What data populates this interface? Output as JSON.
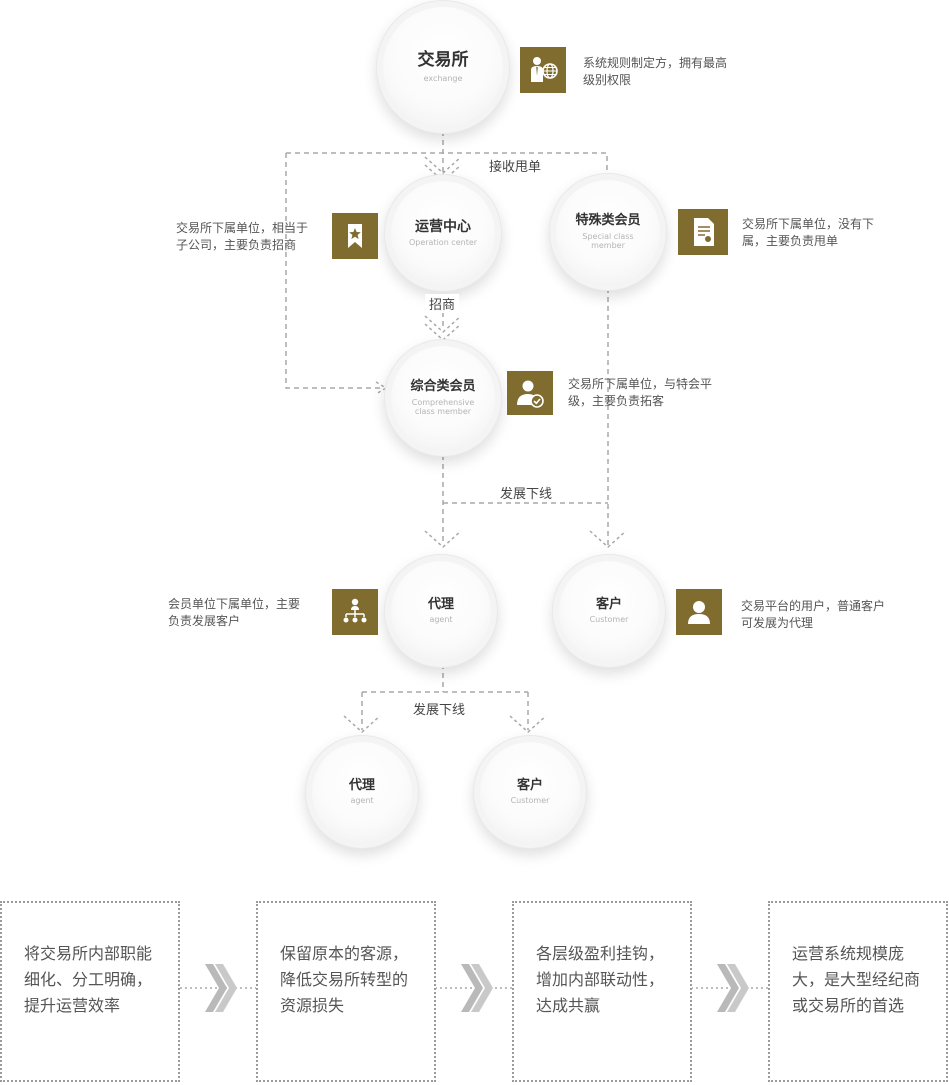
{
  "nodes": {
    "exchange": {
      "title": "交易所",
      "subtitle": "exchange"
    },
    "operation_center": {
      "title": "运营中心",
      "subtitle": "Operation center"
    },
    "special_member": {
      "title": "特殊类会员",
      "subtitle": "Special class\nmember"
    },
    "comprehensive_member": {
      "title": "综合类会员",
      "subtitle": "Comprehensive\nclass member"
    },
    "agent_1": {
      "title": "代理",
      "subtitle": "agent"
    },
    "customer_1": {
      "title": "客户",
      "subtitle": "Customer"
    },
    "agent_2": {
      "title": "代理",
      "subtitle": "agent"
    },
    "customer_2": {
      "title": "客户",
      "subtitle": "Customer"
    }
  },
  "descriptions": {
    "exchange": [
      "系统规则制定方，拥有最高",
      "级别权限"
    ],
    "operation_center": [
      "交易所下属单位，相当于",
      "子公司，主要负责招商"
    ],
    "special_member": [
      "交易所下属单位，没有下",
      "属，主要负责甩单"
    ],
    "comprehensive_member": [
      "交易所下属单位，与特会平",
      "级，主要负责拓客"
    ],
    "agent": [
      "会员单位下属单位，主要",
      "负责发展客户"
    ],
    "customer": [
      "交易平台的用户，普通客户",
      "可发展为代理"
    ]
  },
  "edge_labels": {
    "receive_orders": "接收甩单",
    "recruit": "招商",
    "develop_downline_1": "发展下线",
    "develop_downline_2": "发展下线"
  },
  "icons": {
    "exchange": "businessman-globe-icon",
    "operation_center": "ribbon-bookmark-star-icon",
    "special_member": "document-certificate-icon",
    "comprehensive_member": "user-check-icon",
    "agent": "hierarchy-org-chart-icon",
    "customer": "user-icon"
  },
  "benefits": [
    [
      "将交易所内部职能",
      "细化、分工明确，",
      "提升运营效率"
    ],
    [
      "保留原本的客源，",
      "降低交易所转型的",
      "资源损失"
    ],
    [
      "各层级盈利挂钩，",
      "增加内部联动性，",
      "达成共赢"
    ],
    [
      "运营系统规模庞",
      "大，是大型经纪商",
      "或交易所的首选"
    ]
  ],
  "colors": {
    "accent": "#816c30",
    "dash": "#a8a8a8",
    "text": "#444444"
  }
}
